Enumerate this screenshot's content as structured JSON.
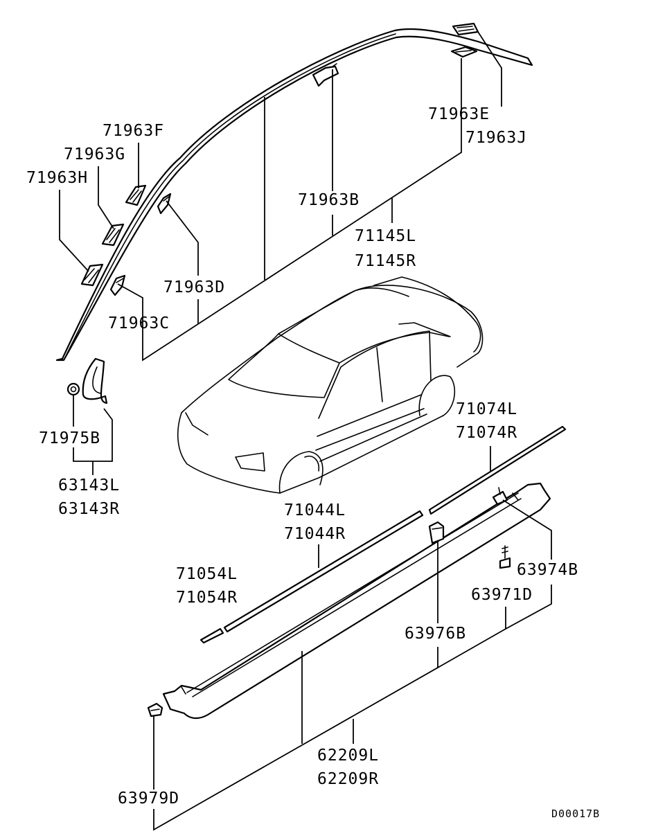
{
  "diagram_code": "D00017B",
  "labels": {
    "p71963F": "71963F",
    "p71963G": "71963G",
    "p71963H": "71963H",
    "p71963E": "71963E",
    "p71963J": "71963J",
    "p71963B": "71963B",
    "p71145L": "71145L",
    "p71145R": "71145R",
    "p71963D": "71963D",
    "p71963C": "71963C",
    "p71975B": "71975B",
    "p63143L": "63143L",
    "p63143R": "63143R",
    "p71074L": "71074L",
    "p71074R": "71074R",
    "p71044L": "71044L",
    "p71044R": "71044R",
    "p71054L": "71054L",
    "p71054R": "71054R",
    "p63974B": "63974B",
    "p63971D": "63971D",
    "p63976B": "63976B",
    "p62209L": "62209L",
    "p62209R": "62209R",
    "p63979D": "63979D"
  }
}
